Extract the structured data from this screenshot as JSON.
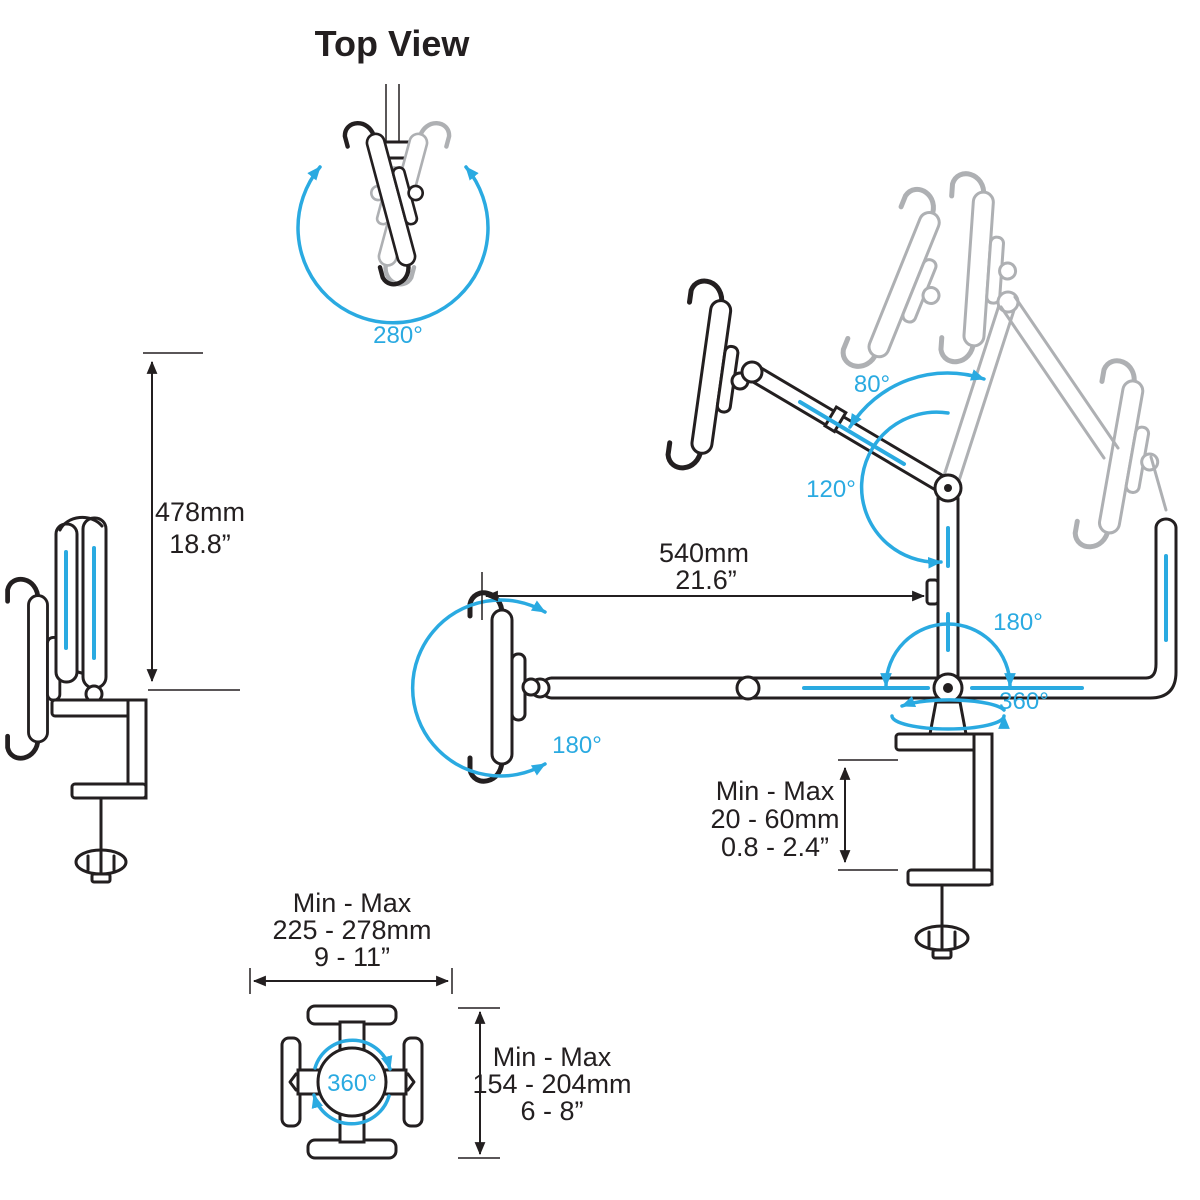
{
  "colors": {
    "accent": "#2aaae1",
    "ink": "#231f20",
    "ghost": "#aeb0b3"
  },
  "top_view": {
    "title": "Top View",
    "rotation": "280°"
  },
  "side_view": {
    "height_mm": "478mm",
    "height_in": "18.8”"
  },
  "main_view": {
    "tilt_up": "80°",
    "tilt_range": "120°",
    "arm_length_mm": "540mm",
    "arm_length_in": "21.6”",
    "left_arm_swivel": "180°",
    "right_arm_swivel": "180°",
    "base_rotation": "360°",
    "clamp_thickness": {
      "label": "Min - Max",
      "mm": "20 - 60mm",
      "in": "0.8 - 2.4”"
    }
  },
  "holder_view": {
    "width": {
      "label": "Min - Max",
      "mm": "225 - 278mm",
      "in": "9 - 11”"
    },
    "height": {
      "label": "Min - Max",
      "mm": "154 - 204mm",
      "in": "6 - 8”"
    },
    "rotation": "360°"
  }
}
